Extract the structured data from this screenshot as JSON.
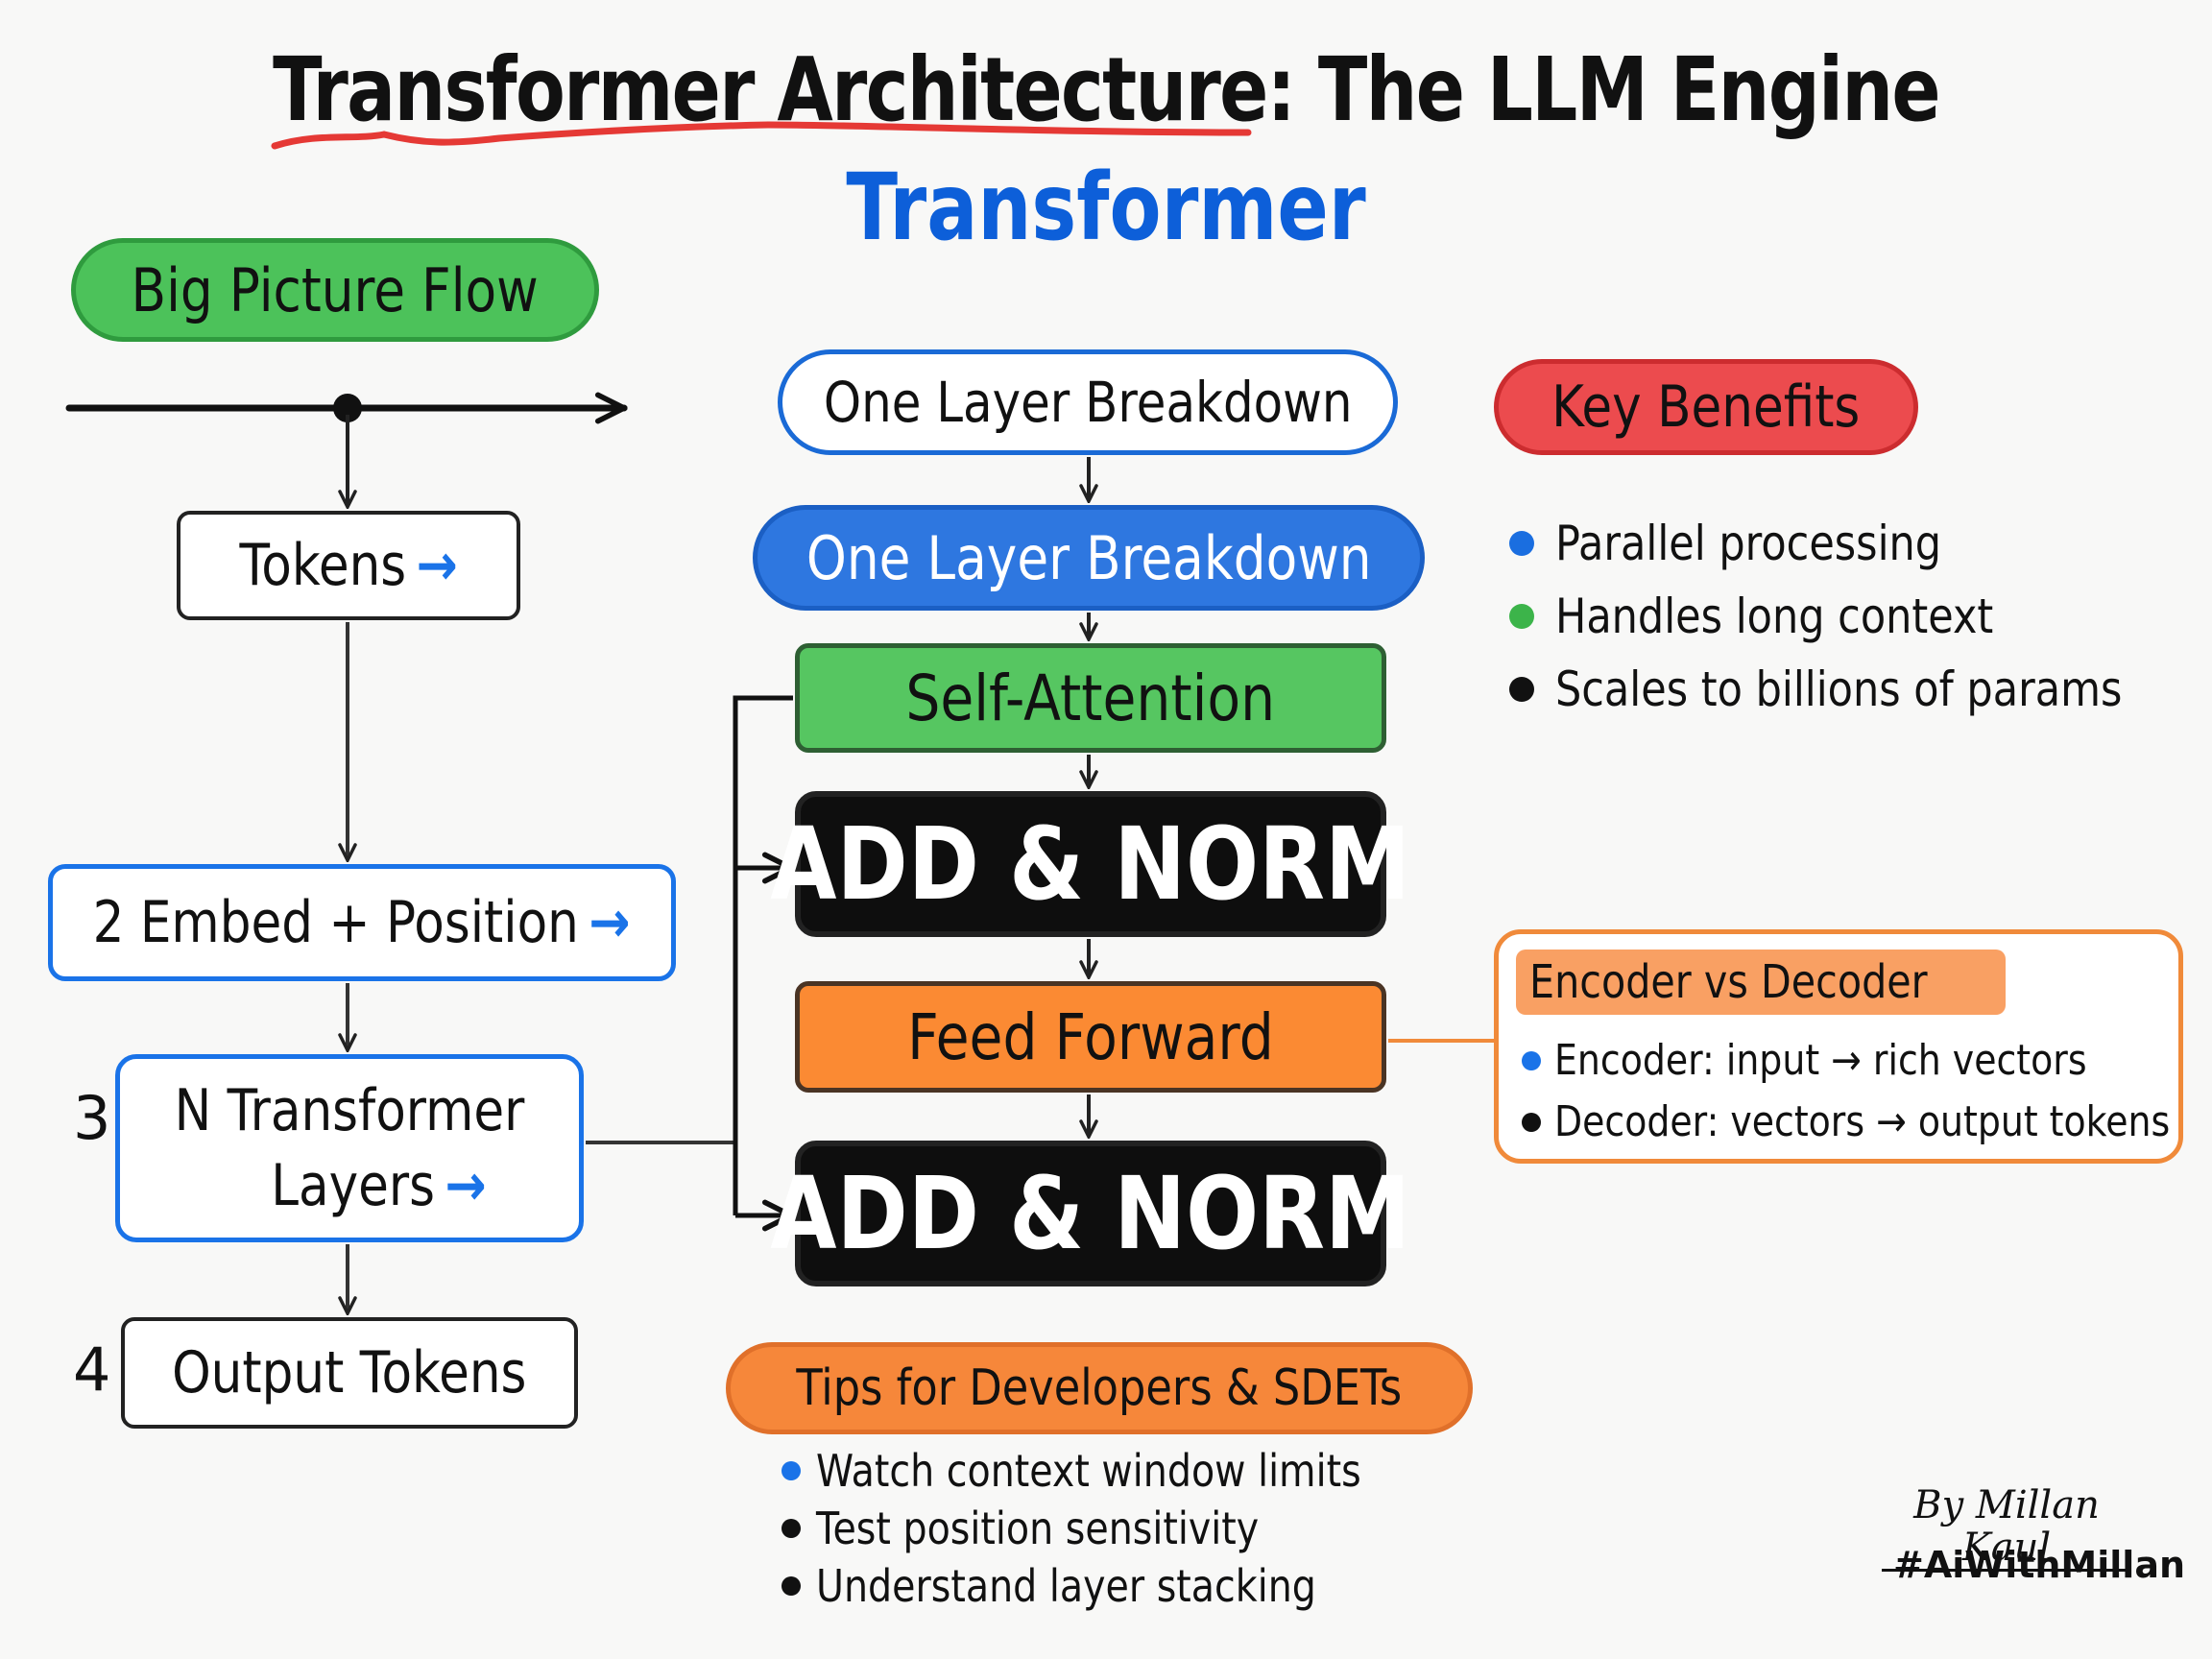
{
  "header": {
    "title": "Transformer Architecture: The LLM Engine",
    "subtitle": "Transformer"
  },
  "colors": {
    "accent_blue": "#1a73e8",
    "green": "#4cc25a",
    "red": "#ec4b4e",
    "orange": "#fb8a33",
    "black": "#0e0e0e",
    "underline_red": "#e53935"
  },
  "big_picture": {
    "label": "Big Picture Flow",
    "steps": [
      {
        "number": "",
        "label": "Tokens",
        "arrow": "→"
      },
      {
        "number": "2",
        "label": "Embed + Position",
        "arrow": "→"
      },
      {
        "number": "3",
        "label_line1": "N Transformer",
        "label_line2": "Layers",
        "arrow": "→"
      },
      {
        "number": "4",
        "label": "Output Tokens"
      }
    ]
  },
  "layer_breakdown": {
    "header_outline": "One Layer Breakdown",
    "header_filled": "One Layer Breakdown",
    "blocks": [
      {
        "label": "Self-Attention",
        "kind": "attention"
      },
      {
        "label": "ADD & NORM",
        "kind": "add-norm"
      },
      {
        "label": "Feed Forward",
        "kind": "feed-forward"
      },
      {
        "label": "ADD & NORM",
        "kind": "add-norm"
      }
    ]
  },
  "key_benefits": {
    "label": "Key Benefits",
    "items": [
      {
        "text": "Parallel processing",
        "dot_color": "#1a6ee0"
      },
      {
        "text": "Handles long context",
        "dot_color": "#3cb44a"
      },
      {
        "text": "Scales to billions of params",
        "dot_color": "#111111"
      }
    ]
  },
  "encoder_decoder": {
    "label": "Encoder vs Decoder",
    "items": [
      {
        "text": "Encoder: input → rich vectors",
        "dot_color": "#1a73e8"
      },
      {
        "text": "Decoder: vectors → output tokens",
        "dot_color": "#111111"
      }
    ]
  },
  "tips": {
    "label": "Tips for Developers & SDETs",
    "items": [
      {
        "text": "Watch context window limits",
        "dot_color": "#1a73e8"
      },
      {
        "text": "Test position sensitivity",
        "dot_color": "#111111"
      },
      {
        "text": "Understand layer stacking",
        "dot_color": "#111111"
      }
    ]
  },
  "footer": {
    "signature": "By Millan Kaul",
    "hashtag": "#AiWithMillan"
  }
}
